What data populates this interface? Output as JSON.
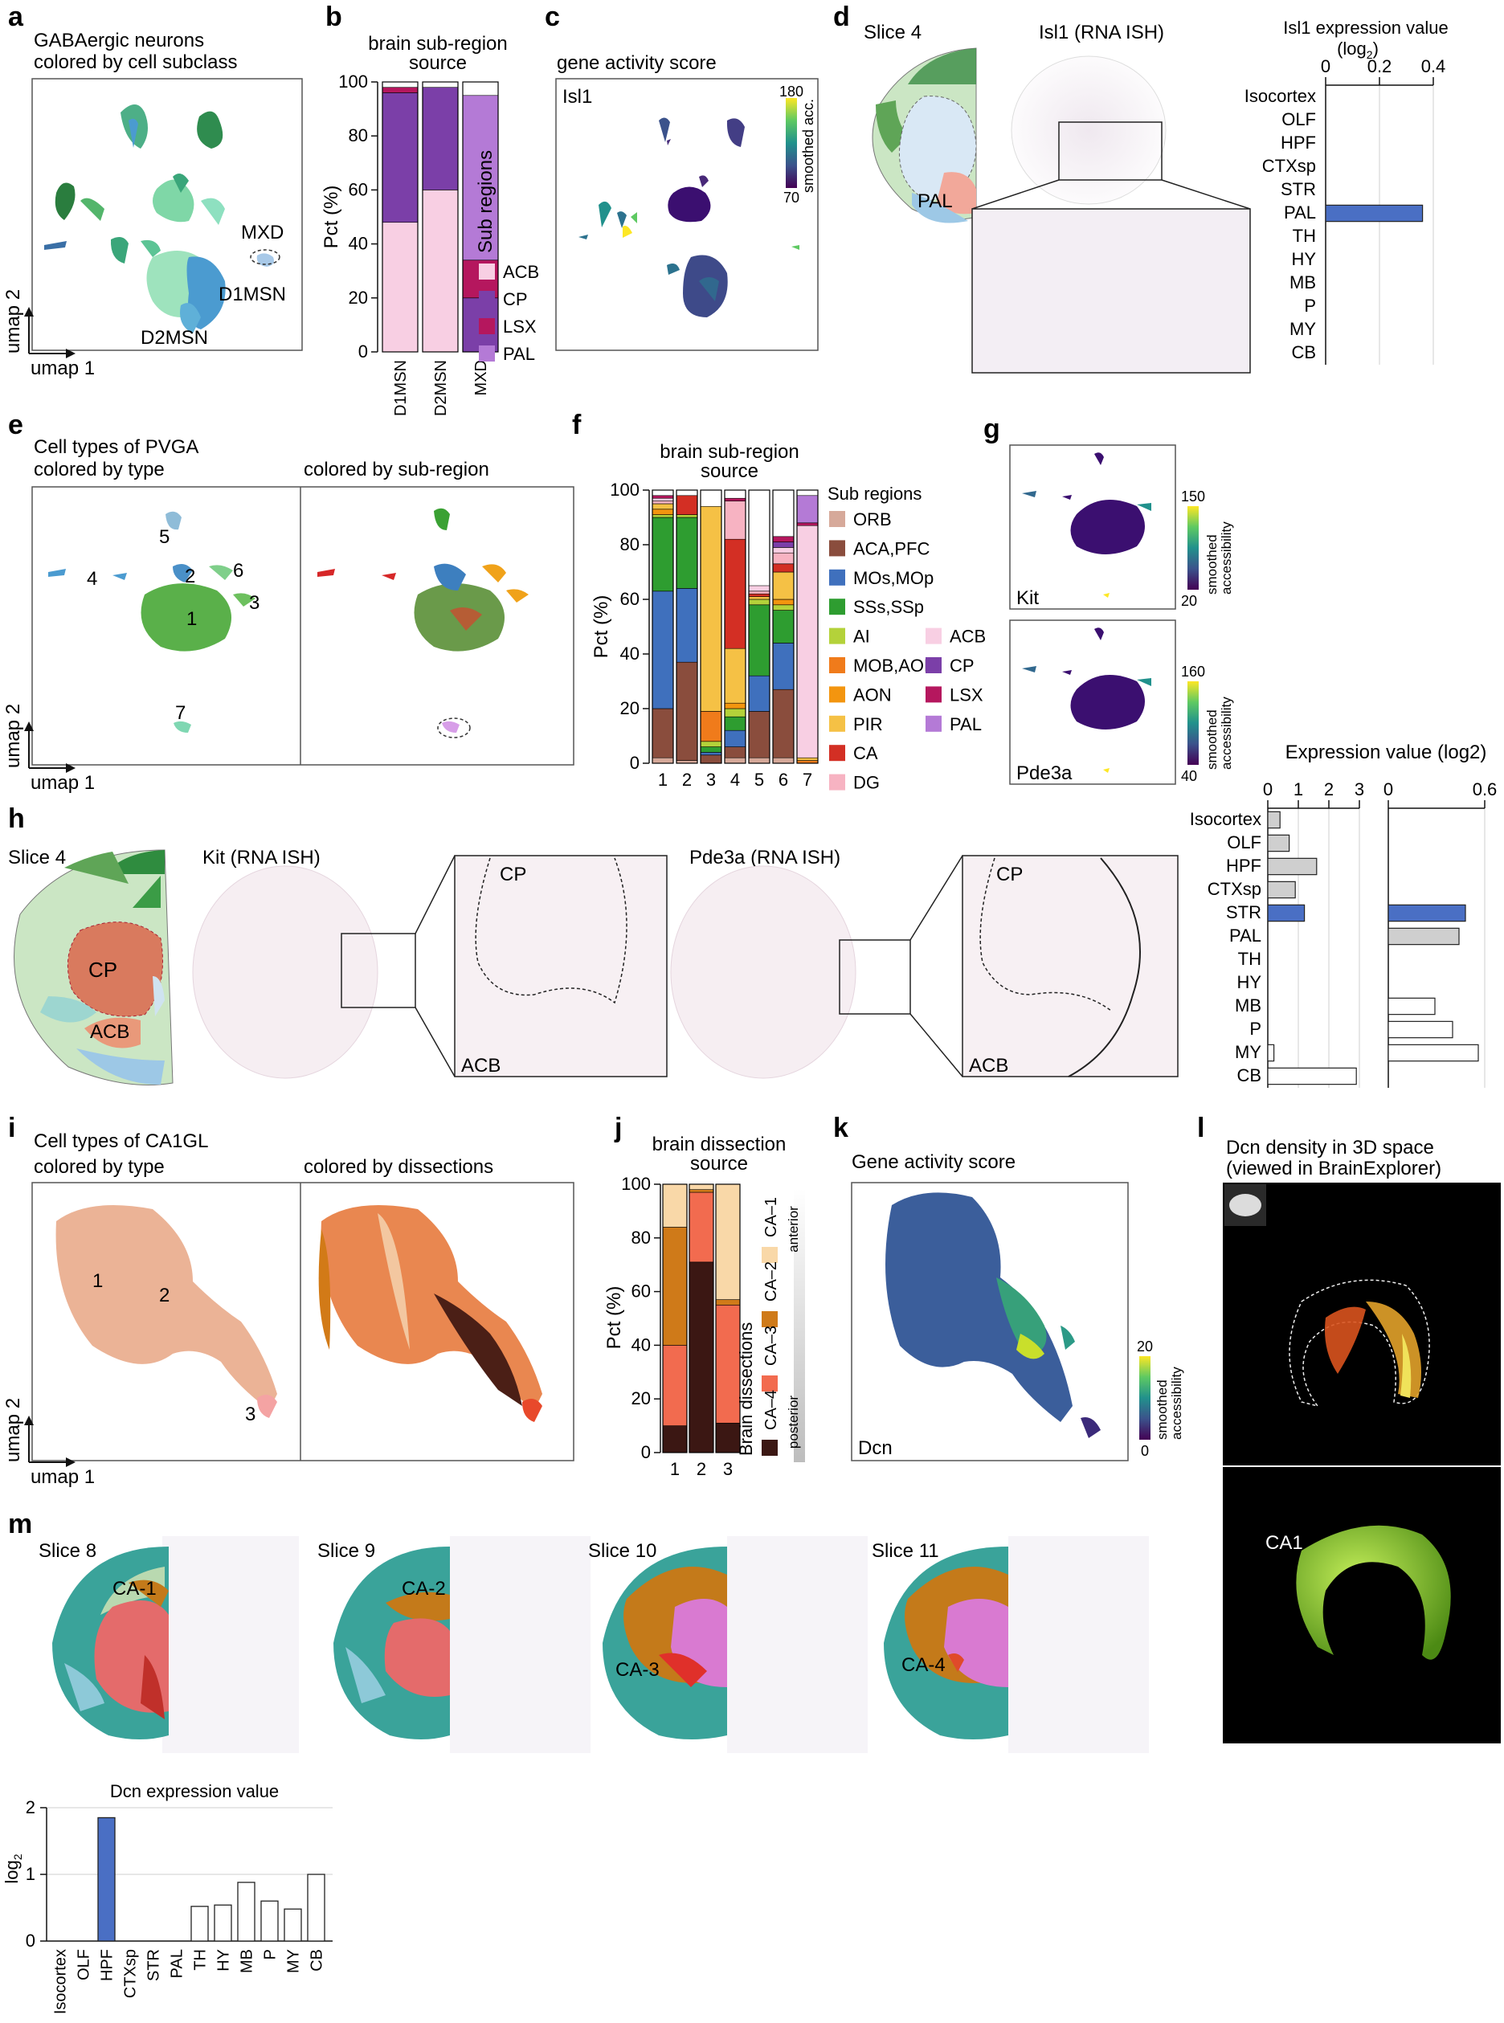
{
  "panel_letters": [
    "a",
    "b",
    "c",
    "d",
    "e",
    "f",
    "g",
    "h",
    "i",
    "j",
    "k",
    "l",
    "m"
  ],
  "a": {
    "title1": "GABAergic neurons",
    "title2": "colored by cell subclass",
    "labels": [
      "MXD",
      "D1MSN",
      "D2MSN"
    ],
    "xaxis": "umap 1",
    "yaxis": "umap 2"
  },
  "b": {
    "title1": "brain sub-region",
    "title2": "source",
    "ylabel": "Pct (%)",
    "yticks": [
      "0",
      "20",
      "40",
      "60",
      "80",
      "100"
    ],
    "legend_title": "Sub regions"
  },
  "c": {
    "title": "gene activity score",
    "gene": "Isl1",
    "cbar_max": "180",
    "cbar_min": "70",
    "cbar_label": "smoothed acc."
  },
  "d": {
    "slice": "Slice 4",
    "pal": "PAL",
    "ish": "Isl1 (RNA ISH)",
    "chart_title1": "Isl1 expression value",
    "chart_title2": "(log",
    "chart_title_sub": "2",
    "chart_title_end": ")"
  },
  "e": {
    "title1": "Cell types of PVGA",
    "title2": "colored by type",
    "title3": "colored by sub-region",
    "clusters": [
      "1",
      "2",
      "3",
      "4",
      "5",
      "6",
      "7"
    ],
    "xaxis": "umap 1",
    "yaxis": "umap 2"
  },
  "f": {
    "title1": "brain sub-region",
    "title2": "source",
    "ylabel": "Pct (%)",
    "yticks": [
      "0",
      "20",
      "40",
      "60",
      "80",
      "100"
    ],
    "legend_title": "Sub regions"
  },
  "g": {
    "gene1": "Kit",
    "gene2": "Pde3a",
    "c1_max": "150",
    "c1_min": "20",
    "c2_max": "160",
    "c2_min": "40",
    "cbar_label1": "smoothed",
    "cbar_label2": "accessibility"
  },
  "h": {
    "slice": "Slice 4",
    "cp": "CP",
    "acb": "ACB",
    "ish1": "Kit (RNA ISH)",
    "ish2": "Pde3a (RNA ISH)",
    "chart_title": "Expression value (log2)"
  },
  "i": {
    "title1": "Cell types of CA1GL",
    "title2": "colored by type",
    "title3": "colored by dissections",
    "clusters": [
      "1",
      "2",
      "3"
    ],
    "xaxis": "umap 1",
    "yaxis": "umap 2"
  },
  "j": {
    "title1": "brain dissection",
    "title2": "source",
    "ylabel": "Pct (%)",
    "yticks": [
      "0",
      "20",
      "40",
      "60",
      "80",
      "100"
    ],
    "legend_title": "Brain dissections",
    "anterior": "anterior",
    "posterior": "posterior"
  },
  "k": {
    "title": "Gene activity score",
    "gene": "Dcn",
    "cbar_max": "20",
    "cbar_min": "0",
    "cbar_label1": "smoothed",
    "cbar_label2": "accessibility"
  },
  "l": {
    "title1": "Dcn density in 3D space",
    "title2": "(viewed in BrainExplorer)",
    "region": "CA1"
  },
  "m": {
    "slices": [
      "Slice 8",
      "Slice 9",
      "Slice 10",
      "Slice 11"
    ],
    "regions": [
      "CA-1",
      "CA-2",
      "CA-3",
      "CA-4"
    ],
    "chart_title": "Dcn expression value",
    "ylabel": "log",
    "ylabel_sub": "2"
  },
  "colors": {
    "acb": "#f8cfe3",
    "cp": "#7b3fa8",
    "lsx": "#b5175e",
    "pal": "#b47ad6",
    "highlight": "#4a6fc4",
    "d2msn": "#4b9bd0",
    "ca1": "#f9d8a8",
    "ca2": "#cf7a19",
    "ca3": "#f26b4f",
    "ca4": "#3b1713"
  },
  "chart_data": [
    {
      "panel": "b",
      "type": "bar",
      "categories": [
        "D1MSN",
        "D2MSN",
        "MXD"
      ],
      "series": [
        {
          "name": "ACB",
          "values": [
            48,
            60,
            0
          ]
        },
        {
          "name": "CP",
          "values": [
            48,
            38,
            20
          ]
        },
        {
          "name": "LSX",
          "values": [
            2,
            0,
            14
          ]
        },
        {
          "name": "PAL",
          "values": [
            0,
            0,
            61
          ]
        }
      ],
      "ylim": [
        0,
        100
      ],
      "ylabel": "Pct (%)",
      "stacked": true
    },
    {
      "panel": "d",
      "type": "bar",
      "orientation": "horizontal",
      "categories": [
        "Isocortex",
        "OLF",
        "HPF",
        "CTXsp",
        "STR",
        "PAL",
        "TH",
        "HY",
        "MB",
        "P",
        "MY",
        "CB"
      ],
      "values": [
        0,
        0,
        0,
        0,
        0,
        0.36,
        0,
        0,
        0,
        0,
        0,
        0
      ],
      "xticks": [
        "0",
        "0.2",
        "0.4"
      ],
      "xlim": [
        0,
        0.4
      ]
    },
    {
      "panel": "f",
      "type": "bar",
      "stacked": true,
      "categories": [
        "1",
        "2",
        "3",
        "4",
        "5",
        "6",
        "7"
      ],
      "series": [
        {
          "name": "ORB",
          "values": [
            2,
            1,
            0,
            2,
            2,
            2,
            0
          ]
        },
        {
          "name": "ACA,PFC",
          "values": [
            18,
            36,
            3,
            4,
            17,
            25,
            0
          ]
        },
        {
          "name": "MOs,MOp",
          "values": [
            43,
            27,
            1,
            6,
            13,
            17,
            0
          ]
        },
        {
          "name": "SSs,SSp",
          "values": [
            27,
            26,
            2,
            5,
            26,
            12,
            0
          ]
        },
        {
          "name": "AI",
          "values": [
            1,
            1,
            2,
            3,
            2,
            2,
            0
          ]
        },
        {
          "name": "MOB,AON",
          "values": [
            0,
            0,
            11,
            0,
            0,
            0,
            1
          ]
        },
        {
          "name": "AON",
          "values": [
            2,
            0,
            0,
            2,
            0,
            2,
            0
          ]
        },
        {
          "name": "PIR",
          "values": [
            2,
            0,
            75,
            20,
            1,
            10,
            1
          ]
        },
        {
          "name": "CA",
          "values": [
            0,
            7,
            0,
            40,
            1,
            3,
            0
          ]
        },
        {
          "name": "DG",
          "values": [
            1,
            0,
            0,
            14,
            1,
            4,
            0
          ]
        },
        {
          "name": "ACB",
          "values": [
            1,
            0,
            0,
            0,
            2,
            2,
            85
          ]
        },
        {
          "name": "CP",
          "values": [
            0,
            0,
            0,
            0,
            0,
            2,
            0
          ]
        },
        {
          "name": "LSX",
          "values": [
            1,
            0,
            0,
            1,
            0,
            2,
            1
          ]
        },
        {
          "name": "PAL",
          "values": [
            0,
            0,
            0,
            0,
            0,
            0,
            10
          ]
        }
      ],
      "ylim": [
        0,
        100
      ],
      "ylabel": "Pct (%)"
    },
    {
      "panel": "h-Kit",
      "type": "bar",
      "orientation": "horizontal",
      "categories": [
        "Isocortex",
        "OLF",
        "HPF",
        "CTXsp",
        "STR",
        "PAL",
        "TH",
        "HY",
        "MB",
        "P",
        "MY",
        "CB"
      ],
      "values": [
        0.4,
        0.7,
        1.6,
        0.9,
        1.2,
        0,
        0,
        0,
        0,
        0,
        0.2,
        2.9
      ],
      "highlight": "STR",
      "xticks": [
        "0",
        "1",
        "2",
        "3"
      ],
      "xlim": [
        0,
        3
      ]
    },
    {
      "panel": "h-Pde3a",
      "type": "bar",
      "orientation": "horizontal",
      "categories": [
        "Isocortex",
        "OLF",
        "HPF",
        "CTXsp",
        "STR",
        "PAL",
        "TH",
        "HY",
        "MB",
        "P",
        "MY",
        "CB"
      ],
      "values": [
        0,
        0,
        0,
        0,
        0.48,
        0.44,
        0,
        0,
        0.29,
        0.4,
        0.56,
        0
      ],
      "highlight": "STR",
      "xticks": [
        "0",
        "0.6"
      ],
      "xlim": [
        0,
        0.6
      ]
    },
    {
      "panel": "j",
      "type": "bar",
      "stacked": true,
      "categories": [
        "1",
        "2",
        "3"
      ],
      "series": [
        {
          "name": "CA–4",
          "values": [
            10,
            71,
            11
          ]
        },
        {
          "name": "CA–3",
          "values": [
            30,
            26,
            44
          ]
        },
        {
          "name": "CA–2",
          "values": [
            44,
            1,
            2
          ]
        },
        {
          "name": "CA–1",
          "values": [
            16,
            2,
            43
          ]
        }
      ],
      "ylim": [
        0,
        100
      ],
      "ylabel": "Pct (%)"
    },
    {
      "panel": "m",
      "type": "bar",
      "categories": [
        "Isocortex",
        "OLF",
        "HPF",
        "CTXsp",
        "STR",
        "PAL",
        "TH",
        "HY",
        "MB",
        "P",
        "MY",
        "CB"
      ],
      "values": [
        0,
        0,
        1.85,
        0,
        0,
        0,
        0.52,
        0.54,
        0.88,
        0.6,
        0.48,
        1.0
      ],
      "highlight": "HPF",
      "yticks": [
        "0",
        "1",
        "2"
      ],
      "ylim": [
        0,
        2
      ]
    }
  ]
}
